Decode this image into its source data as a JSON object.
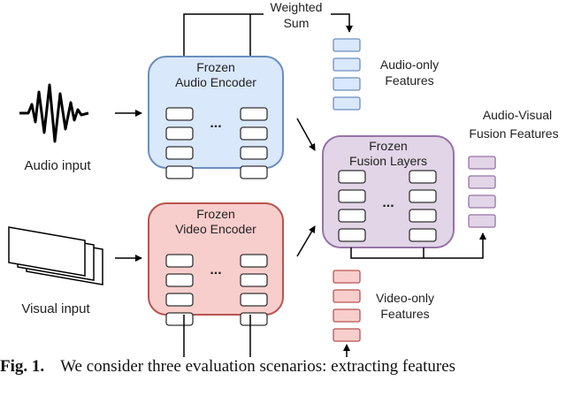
{
  "audio_encoder": {
    "line1": "Frozen",
    "line2": "Audio Encoder",
    "fill": "#dae8fc",
    "stroke": "#6c8ebf"
  },
  "video_encoder": {
    "line1": "Frozen",
    "line2": "Video Encoder",
    "fill": "#f8cecc",
    "stroke": "#b85450"
  },
  "fusion_layers": {
    "line1": "Frozen",
    "line2": "Fusion Layers",
    "fill": "#e1d5e7",
    "stroke": "#9673a6"
  },
  "inputs": {
    "audio": "Audio input",
    "visual": "Visual input"
  },
  "weighted_sum": {
    "line1": "Weighted",
    "line2": "Sum"
  },
  "outputs": {
    "audio_only": {
      "line1": "Audio-only",
      "line2": "Features"
    },
    "video_only": {
      "line1": "Video-only",
      "line2": "Features"
    },
    "audio_visual": {
      "line1": "Audio-Visual",
      "line2": "Fusion Features"
    }
  },
  "ellipsis": "...",
  "caption": {
    "fig_label": "Fig. 1.",
    "text": "We consider three evaluation scenarios: extracting features"
  }
}
